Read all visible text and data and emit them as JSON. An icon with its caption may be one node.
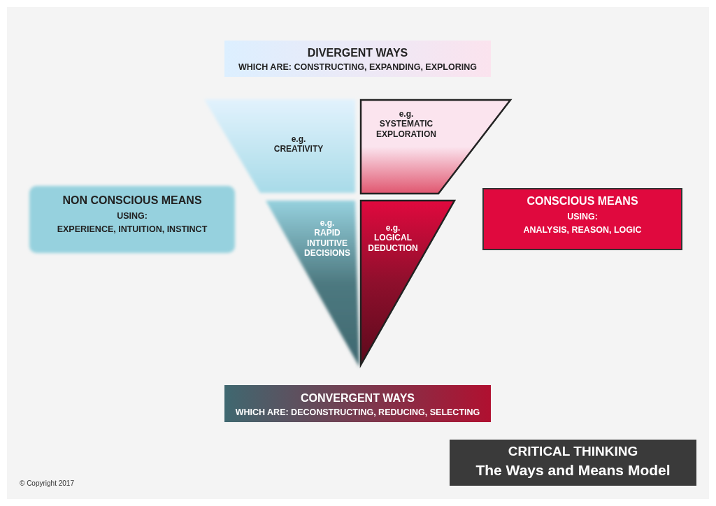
{
  "diagram": {
    "nodes": [
      {
        "text": [
          "DIVERGENT WAYS",
          "WHICH ARE: CONSTRUCTING, EXPANDING, EXPLORING"
        ]
      },
      {
        "text": [
          "NON CONSCIOUS MEANS",
          "USING:",
          "EXPERIENCE, INTUITION, INSTINCT"
        ]
      },
      {
        "text": [
          "e.g.",
          "CREATIVITY"
        ]
      },
      {
        "text": [
          "e.g.",
          "SYSTEMATIC EXPLORATION"
        ]
      },
      {
        "text": [
          "e.g.",
          "RAPID INTUITIVE DECISIONS"
        ]
      },
      {
        "text": [
          "e.g.",
          "LOGICAL DEDUCTION"
        ]
      },
      {
        "text": [
          "CONSCIOUS MEANS",
          "USING:",
          "ANALYSIS, REASON, LOGIC"
        ]
      },
      {
        "text": [
          "CONVERGENT WAYS",
          "WHICH ARE: DECONSTRUCTING, REDUCING, SELECTING"
        ]
      },
      {
        "text": [
          "CRITICAL THINKING",
          "The Ways and Means Model"
        ]
      }
    ],
    "labels": [
      "© Copyright 2017"
    ]
  }
}
